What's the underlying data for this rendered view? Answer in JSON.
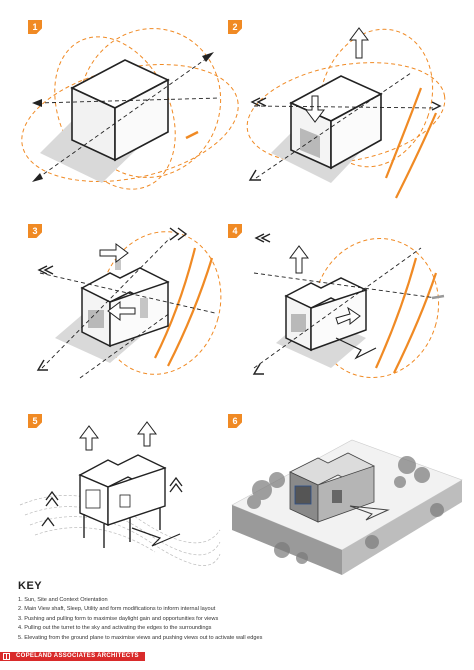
{
  "panels": [
    {
      "number": "1"
    },
    {
      "number": "2"
    },
    {
      "number": "3"
    },
    {
      "number": "4"
    },
    {
      "number": "5"
    },
    {
      "number": "6"
    }
  ],
  "key": {
    "title": "KEY",
    "items": [
      "1. Sun, Site and Context Orientation",
      "2. Main View shaft, Sleep, Utility and form modifications to inform internal layout",
      "3. Pushing and pulling form to maximise daylight gain and opportunities for views",
      "4. Pulling out the turret to the sky and activating the edges to the surroundings",
      "5. Elevating from the ground plane to maximise views and pushing views out to activate wall edges"
    ]
  },
  "footer": {
    "brand": "COPELAND ASSOCIATES ARCHITECTS"
  },
  "colors": {
    "accent": "#f08a24",
    "brand": "#d92b2b"
  }
}
